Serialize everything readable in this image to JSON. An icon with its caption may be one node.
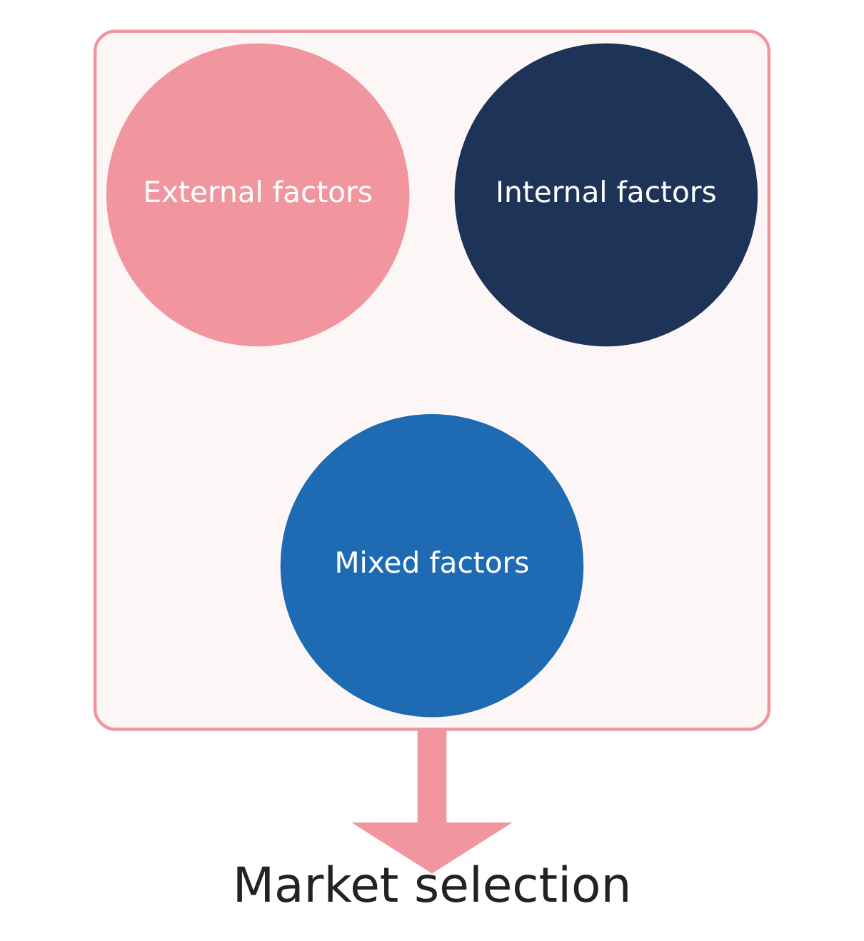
{
  "diagram": {
    "nodes": [
      {
        "text": [],
        "shape": "funnel"
      },
      {
        "text": [
          "Internal factors"
        ],
        "in": 0
      },
      {
        "text": [
          "External factors"
        ],
        "in": 0
      },
      {
        "text": [
          "Mixed factors"
        ],
        "in": 0
      },
      {
        "text": [
          "Market selection"
        ]
      }
    ],
    "edges": [
      {
        "from": 0,
        "to": 4,
        "arrow": "to",
        "color": "#f1969f"
      }
    ]
  }
}
